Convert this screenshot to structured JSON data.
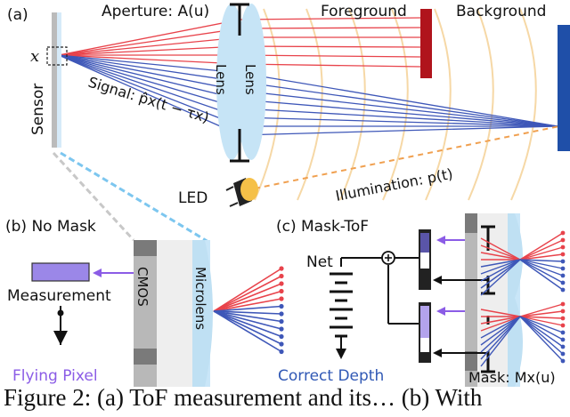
{
  "top": {
    "panel_label": "(a)",
    "aperture": "Aperture: A(u)",
    "foreground": "Foreground",
    "background": "Background",
    "x_label": "x",
    "sensor": "Sensor",
    "lens_left": "Lens",
    "lens_right": "Lens",
    "signal": "Signal: p̂x(t − τx)",
    "led": "LED",
    "illumination": "Illumination: p(t)"
  },
  "panel_b": {
    "title": "(b) No Mask",
    "measurement": "Measurement",
    "cmos": "CMOS",
    "microlens": "Microlens",
    "flying_pixel": "Flying Pixel"
  },
  "panel_c": {
    "title": "(c) Mask-ToF",
    "net": "Net",
    "correct_depth": "Correct Depth",
    "mask": "Mask: Mx(u)"
  },
  "caption": "Figure 2: (a) ToF measurement and its…  (b) With",
  "colors": {
    "red_rays": "#e8434b",
    "blue_rays": "#3e57b8",
    "foreground_bar": "#b0141c",
    "background_bar": "#1f4fa8",
    "lens": "#bfe0f3",
    "illumination": "#f2a65a",
    "flying_pixel": "#8b5ce6",
    "correct_depth": "#3159b5"
  }
}
